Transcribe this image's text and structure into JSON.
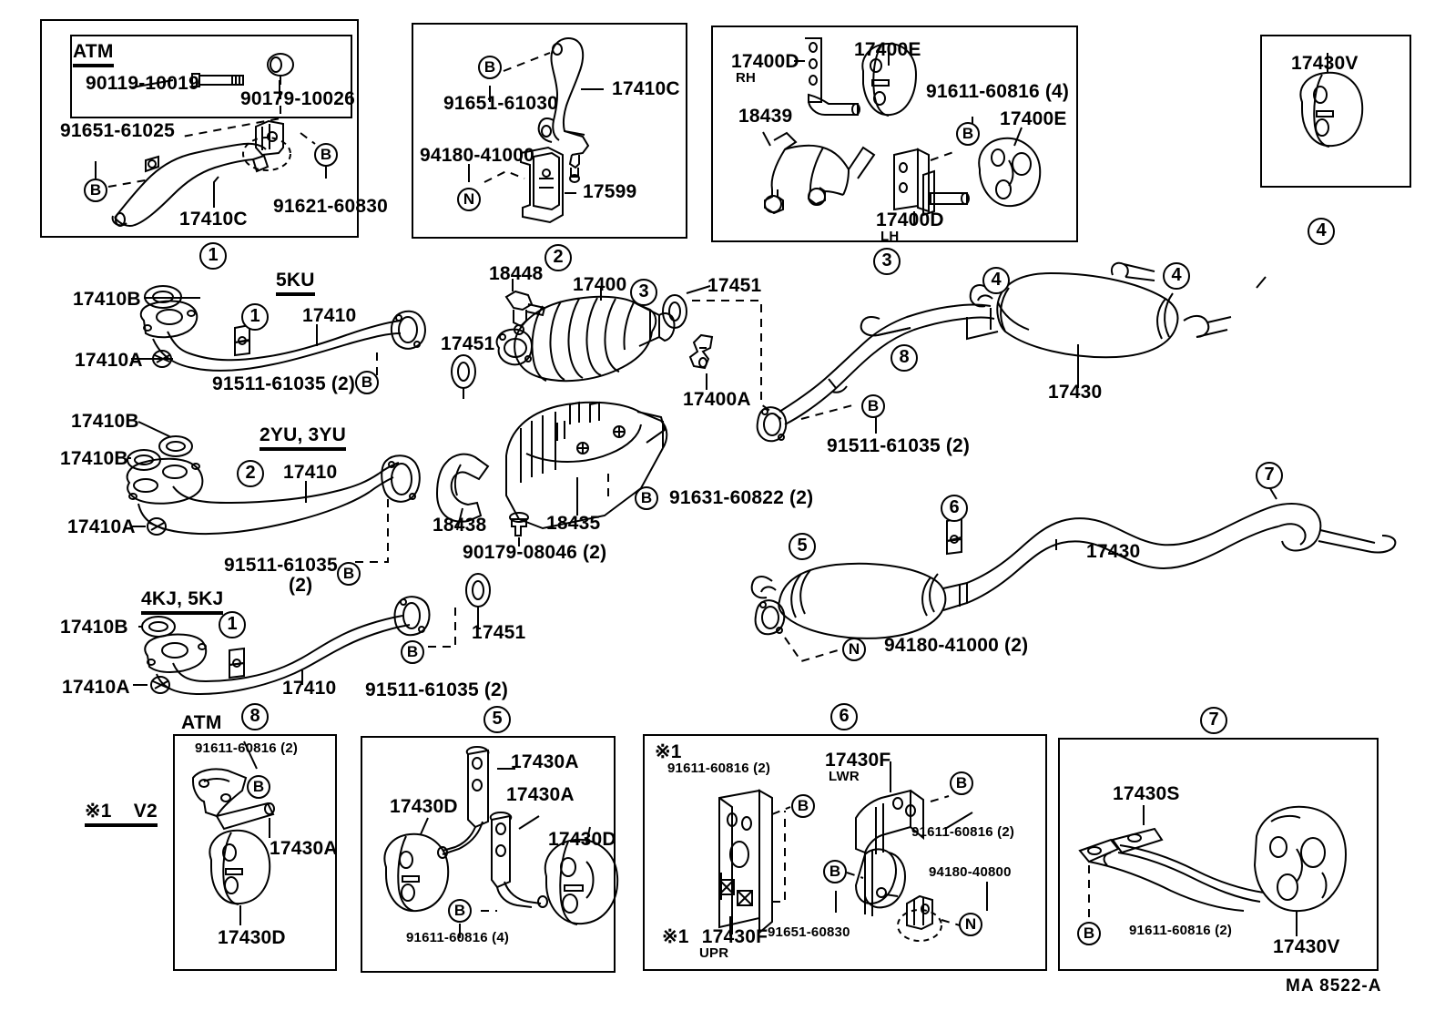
{
  "sheet": {
    "footer_code": "MA  8522-A",
    "note_mark": "※1",
    "note_value": "V2"
  },
  "panels": [
    {
      "id": "panel-1",
      "number": "1",
      "sub_header": "ATM",
      "labels": [
        {
          "text": "90119-10019"
        },
        {
          "text": "90179-10026"
        },
        {
          "text": "91651-61025"
        },
        {
          "text": "91621-60830"
        },
        {
          "text": "17410C"
        },
        {
          "text": "B"
        },
        {
          "text": "B"
        }
      ]
    },
    {
      "id": "panel-2",
      "number": "2",
      "labels": [
        {
          "text": "91651-61030"
        },
        {
          "text": "17410C"
        },
        {
          "text": "94180-41000"
        },
        {
          "text": "17599"
        },
        {
          "text": "B"
        },
        {
          "text": "N"
        }
      ]
    },
    {
      "id": "panel-3",
      "number": "3",
      "labels": [
        {
          "text": "17400D"
        },
        {
          "text": "RH"
        },
        {
          "text": "17400E"
        },
        {
          "text": "91611-60816 (4)"
        },
        {
          "text": "17400E"
        },
        {
          "text": "18439"
        },
        {
          "text": "17400D"
        },
        {
          "text": "LH"
        },
        {
          "text": "B"
        }
      ]
    },
    {
      "id": "panel-4",
      "number": "4",
      "labels": [
        {
          "text": "17430V"
        }
      ]
    },
    {
      "id": "panel-8",
      "number": "8",
      "sub_header": "ATM",
      "labels": [
        {
          "text": "91611-60816 (2)"
        },
        {
          "text": "17430A"
        },
        {
          "text": "17430D"
        },
        {
          "text": "B"
        }
      ]
    },
    {
      "id": "panel-5",
      "number": "5",
      "labels": [
        {
          "text": "17430A"
        },
        {
          "text": "17430A"
        },
        {
          "text": "17430D"
        },
        {
          "text": "17430D"
        },
        {
          "text": "91611-60816 (4)"
        },
        {
          "text": "B"
        }
      ]
    },
    {
      "id": "panel-6",
      "number": "6",
      "labels": [
        {
          "text": "※1"
        },
        {
          "text": "91611-60816 (2)"
        },
        {
          "text": "17430F"
        },
        {
          "text": "LWR"
        },
        {
          "text": "91611-60816 (2)"
        },
        {
          "text": "91651-60830"
        },
        {
          "text": "94180-40800"
        },
        {
          "text": "※1"
        },
        {
          "text": "17430F"
        },
        {
          "text": "UPR"
        },
        {
          "text": "B"
        },
        {
          "text": "B"
        },
        {
          "text": "B"
        },
        {
          "text": "N"
        }
      ]
    },
    {
      "id": "panel-7",
      "number": "7",
      "labels": [
        {
          "text": "17430S"
        },
        {
          "text": "17430V"
        },
        {
          "text": "91611-60816 (2)"
        },
        {
          "text": "B"
        }
      ]
    }
  ],
  "panel1": {
    "atm": "ATM",
    "bolt": "90119-10019",
    "nut": "90179-10026",
    "clamp_b1": "91651-61025",
    "clamp_b2": "91621-60830",
    "pipe": "17410C",
    "num": "1",
    "markB": "B"
  },
  "panel2": {
    "bracket_bolt": "91651-61030",
    "bracket": "17410C",
    "nut": "94180-41000",
    "support": "17599",
    "num": "2",
    "markB": "B",
    "markN": "N"
  },
  "panel3": {
    "brk_rh": "17400D",
    "brk_rh_side": "RH",
    "mount_e_top": "17400E",
    "bolt": "91611-60816 (4)",
    "mount_e_right": "17400E",
    "hanger": "18439",
    "brk_lh": "17400D",
    "brk_lh_side": "LH",
    "num": "3",
    "markB": "B"
  },
  "panel4": {
    "support": "17430V",
    "num": "4"
  },
  "panel8": {
    "atm": "ATM",
    "bolt": "91611-60816 (2)",
    "bracket": "17430A",
    "support": "17430D",
    "num": "8",
    "markB": "B"
  },
  "panel5": {
    "bracket1": "17430A",
    "bracket2": "17430A",
    "support1": "17430D",
    "support2": "17430D",
    "bolt": "91611-60816 (4)",
    "num": "5",
    "markB": "B"
  },
  "panel6": {
    "note": "※1",
    "bolt_left": "91611-60816 (2)",
    "bracket_lwr": "17430F",
    "bracket_lwr_pos": "LWR",
    "bolt_right": "91611-60816 (2)",
    "clamp": "91651-60830",
    "nut": "94180-40800",
    "note2": "※1",
    "bracket_upr": "17430F",
    "bracket_upr_pos": "UPR",
    "num": "6",
    "markB": "B",
    "markN": "N"
  },
  "panel7": {
    "strap": "17430S",
    "support": "17430V",
    "bolt": "91611-60816 (2)",
    "num": "7",
    "markB": "B"
  },
  "main": {
    "group_5ku": "5KU",
    "group_2yu3yu": "2YU, 3YU",
    "group_4kj5kj": "4KJ, 5KJ",
    "row1": {
      "gasket_b": "17410B",
      "nut_a": "17410A",
      "pipe": "17410",
      "bolt": "91511-61035 (2)",
      "num": "1",
      "markB": "B"
    },
    "row2": {
      "gasket_b1": "17410B",
      "gasket_b2": "17410B",
      "nut_a": "17410A",
      "pipe": "17410",
      "bolt": "91511-61035",
      "bolt_qty": "(2)",
      "num": "2",
      "markB": "B"
    },
    "row3": {
      "gasket_b": "17410B",
      "nut_a": "17410A",
      "pipe": "17410",
      "bolt": "91511-61035 (2)",
      "gasket": "17451",
      "num": "1",
      "markB": "B"
    },
    "converter": {
      "sensor": "18448",
      "cat": "17400",
      "gasket_right": "17451",
      "gasket_left": "17451",
      "bracket": "17400A",
      "heat_ins_lower": "18435",
      "heat_ins_left": "18438",
      "nut": "90179-08046 (2)",
      "bolt": "91631-60822 (2)",
      "num": "3",
      "markB": "B"
    },
    "rear": {
      "tailpipe_bolt": "91511-61035 (2)",
      "muffler_top": "17430",
      "muffler_bottom": "17430",
      "tailpipe": "17430",
      "nut": "94180-41000 (2)",
      "num4a": "4",
      "num4b": "4",
      "num8": "8",
      "num5": "5",
      "num6": "6",
      "num7": "7",
      "markB": "B",
      "markN": "N"
    }
  }
}
